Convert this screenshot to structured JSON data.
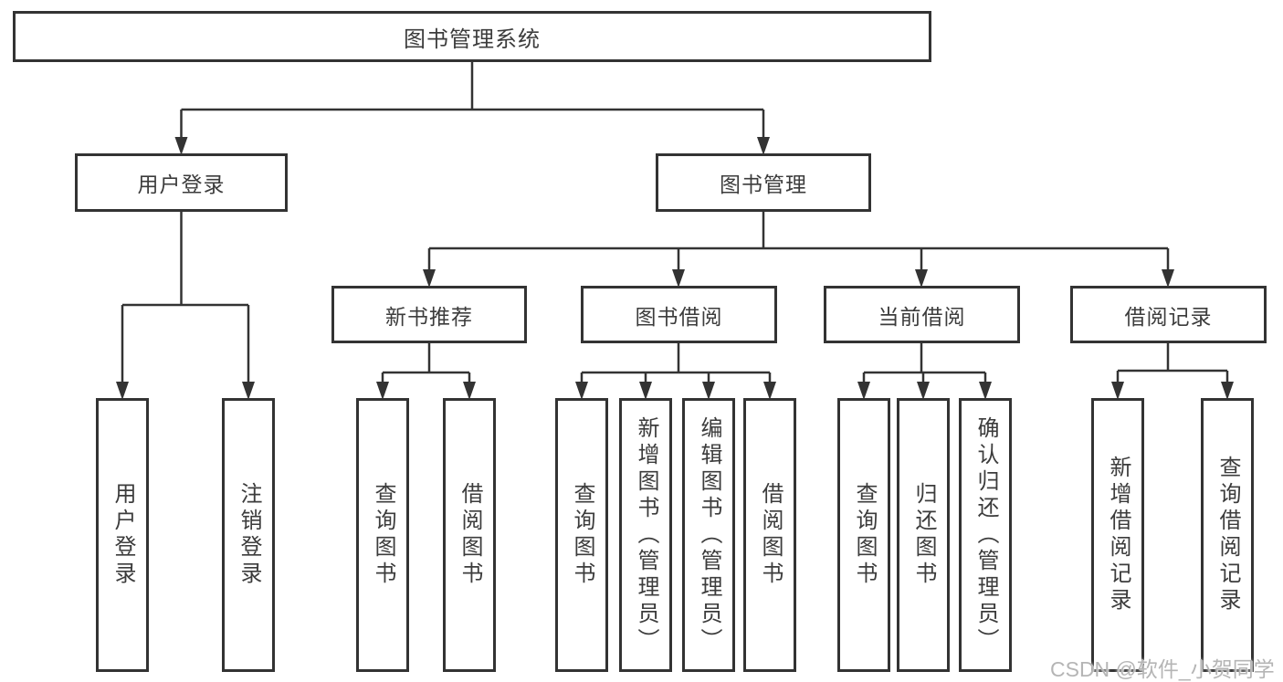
{
  "diagram": {
    "root": {
      "label": "图书管理系统"
    },
    "branches": [
      {
        "label": "用户登录",
        "children": [
          "用户登录",
          "注销登录"
        ]
      },
      {
        "label": "图书管理",
        "children": [
          {
            "label": "新书推荐",
            "children": [
              "查询图书",
              "借阅图书"
            ]
          },
          {
            "label": "图书借阅",
            "children": [
              "查询图书",
              "新增图书（管理员）",
              "编辑图书（管理员）",
              "借阅图书"
            ]
          },
          {
            "label": "当前借阅",
            "children": [
              "查询图书",
              "归还图书",
              "确认归还（管理员）"
            ]
          },
          {
            "label": "借阅记录",
            "children": [
              "新增借阅记录",
              "查询借阅记录"
            ]
          }
        ]
      }
    ]
  },
  "watermark": {
    "text": "CSDN @软件_小贺同学"
  },
  "colors": {
    "line-color": "#333333",
    "text-color": "#3c3c3c",
    "box-bg": "#ffffff",
    "watermark-color": "#b5b5b5"
  }
}
